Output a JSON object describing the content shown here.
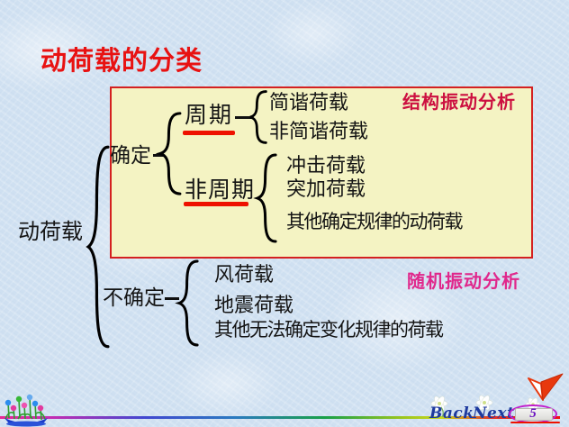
{
  "title": "动荷载的分类",
  "tree": {
    "root": "动荷载",
    "deterministic": {
      "label": "确定",
      "periodic": {
        "label": "周期",
        "items": [
          "简谐荷载",
          "非简谐荷载"
        ]
      },
      "aperiodic": {
        "label": "非周期",
        "items": [
          "冲击荷载",
          "突加荷载",
          "其他确定规律的动荷载"
        ]
      },
      "analysis": "结构振动分析"
    },
    "uncertain": {
      "label": "不确定",
      "items": [
        "风荷载",
        "地震荷载",
        "其他无法确定变化规律的荷载"
      ],
      "analysis": "随机振动分析"
    }
  },
  "nav": {
    "back": "Back",
    "next": "Next",
    "page": "5"
  },
  "colors": {
    "title_red": "#e81212",
    "box_fill": "#f4f3c3",
    "box_border": "#d42020",
    "underline_red": "#ee1100",
    "structural_analysis": "#cc1040",
    "random_analysis": "#e0288c",
    "nav_blue": "#1e3a9e",
    "badge_outline": "#c21fcc",
    "page_number_purple": "#6a10c0",
    "background_blue": "#cfe0f1"
  }
}
